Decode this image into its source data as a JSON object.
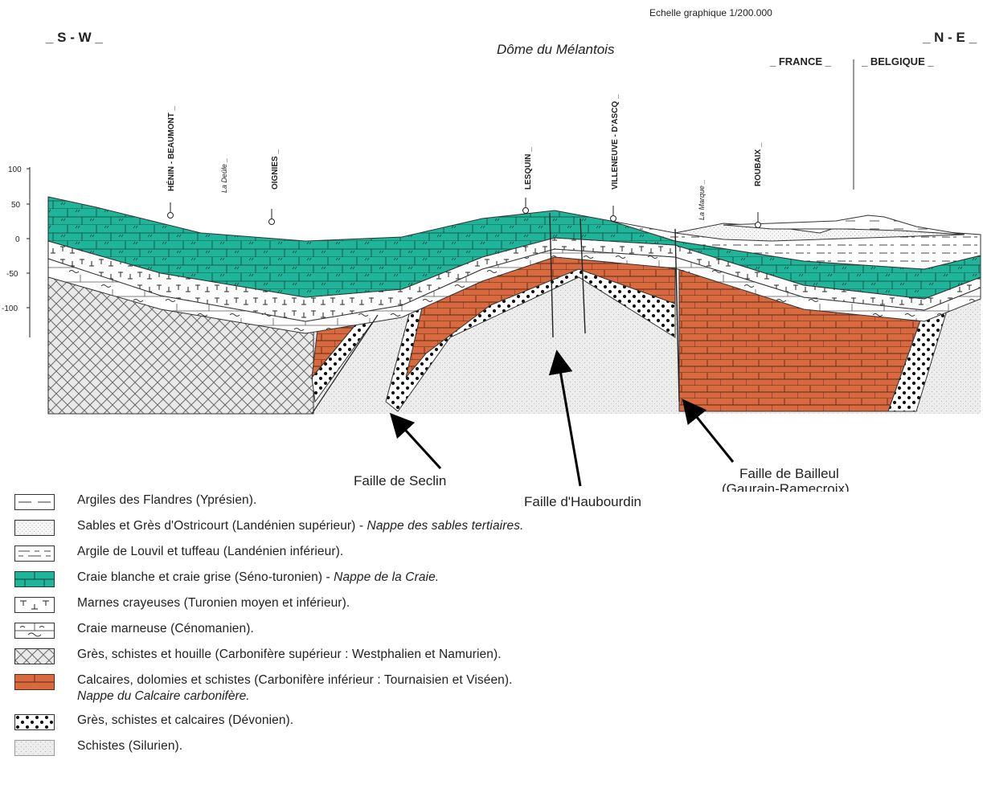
{
  "header": {
    "scale": "Echelle graphique 1/200.000",
    "dome": "Dôme du Mélantois",
    "sw": "_ S - W _",
    "ne": "_ N - E _",
    "france": "_ FRANCE _",
    "belgique": "_ BELGIQUE _"
  },
  "axis": {
    "ticks": [
      "100",
      "50",
      "0",
      "-50",
      "-100"
    ]
  },
  "places": [
    {
      "name": "HÉNIN - BEAUMONT _"
    },
    {
      "name": "La Deûle _"
    },
    {
      "name": "OIGNIES _"
    },
    {
      "name": "LESQUIN _"
    },
    {
      "name": "VILLENEUVE - D'ASCQ _"
    },
    {
      "name": "La Marque _"
    },
    {
      "name": "ROUBAIX _"
    }
  ],
  "faults": {
    "seclin": "Faille de Seclin",
    "haubourdin": "Faille d'Haubourdin",
    "bailleul_1": "Faille de Bailleul",
    "bailleul_2": "(Gaurain-Ramecroix)"
  },
  "legend": [
    {
      "pattern": "argile-flandres",
      "text": "Argiles des Flandres (Yprésien).",
      "italic": ""
    },
    {
      "pattern": "sables",
      "text": "Sables et Grès d'Ostricourt (Landénien supérieur) - ",
      "italic": "Nappe des sables tertiaires."
    },
    {
      "pattern": "louvil",
      "text": "Argile de Louvil et tuffeau (Landénien inférieur).",
      "italic": ""
    },
    {
      "pattern": "craie",
      "text": "Craie blanche et craie grise (Séno-turonien) - ",
      "italic": "Nappe de la Craie."
    },
    {
      "pattern": "marnes",
      "text": "Marnes crayeuses (Turonien moyen et inférieur).",
      "italic": ""
    },
    {
      "pattern": "craie-marneuse",
      "text": "Craie marneuse (Cénomanien).",
      "italic": ""
    },
    {
      "pattern": "houille",
      "text": "Grès, schistes et houille (Carbonifère supérieur : Westphalien et Namurien).",
      "italic": ""
    },
    {
      "pattern": "calcaire",
      "text": "Calcaires, dolomies et schistes (Carbonifère inférieur : Tournaisien et Viséen).",
      "italic": "Nappe du Calcaire carbonifère."
    },
    {
      "pattern": "devonien",
      "text": "Grès, schistes et calcaires (Dévonien).",
      "italic": ""
    },
    {
      "pattern": "silurien",
      "text": "Schistes (Silurien).",
      "italic": ""
    }
  ],
  "colors": {
    "craie": "#1fb59a",
    "calcaire": "#d9693f",
    "silurien": "#ececec"
  }
}
